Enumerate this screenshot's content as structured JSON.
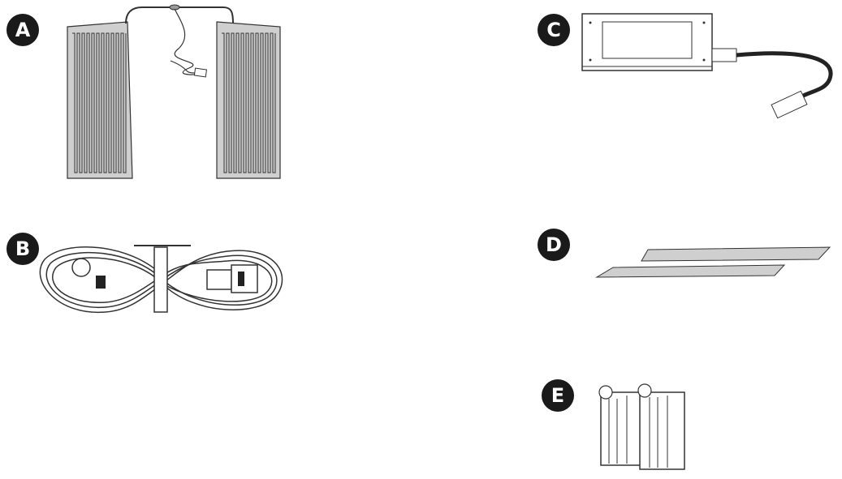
{
  "parts": [
    {
      "label": "A",
      "icon": "heating-pads-icon"
    },
    {
      "label": "B",
      "icon": "power-cord-icon"
    },
    {
      "label": "C",
      "icon": "power-adapter-icon"
    },
    {
      "label": "D",
      "icon": "adhesive-strips-icon"
    },
    {
      "label": "E",
      "icon": "mounting-clips-icon"
    }
  ],
  "colors": {
    "badge": "#1a1a1a",
    "line": "#333333",
    "pad_fill": "#cfcfcf"
  }
}
